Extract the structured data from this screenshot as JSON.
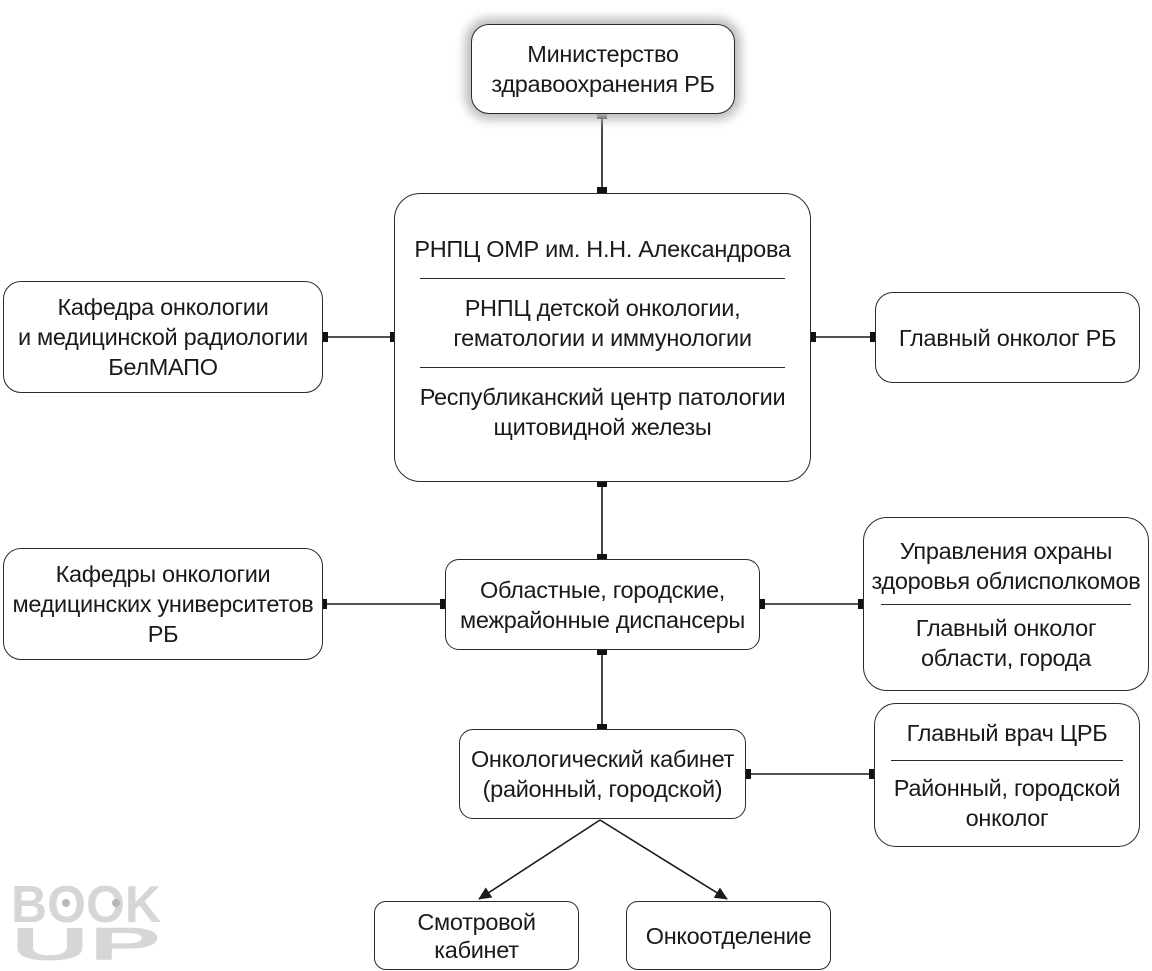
{
  "diagram": {
    "title": "Структура онкологической службы Республики Беларусь",
    "nodes": {
      "ministry": {
        "lines": [
          "Министерство",
          "здравоохранения РБ"
        ]
      },
      "center": {
        "sections": [
          "РНПЦ ОМР им. Н.Н. Александрова",
          "РНПЦ детской онкологии,\nгематологии  и иммунологии",
          "Республиканский центр патологии\nщитовидной железы"
        ]
      },
      "belmapo": {
        "lines": [
          "Кафедра онкологии",
          "и медицинской радиологии",
          "БелМАПО"
        ]
      },
      "chief_oncologist": {
        "lines": [
          "Главный онколог РБ"
        ]
      },
      "universities": {
        "lines": [
          "Кафедры онкологии",
          "медицинских университетов",
          "РБ"
        ]
      },
      "dispensaries": {
        "lines": [
          "Областные, городские,",
          "межрайонные диспансеры"
        ]
      },
      "regional_admin": {
        "sections": [
          "Управления охраны\nздоровья облисполкомов",
          "Главный онколог\nобласти, города"
        ]
      },
      "cabinet": {
        "lines": [
          "Онкологический кабинет",
          "(районный, городской)"
        ]
      },
      "crb": {
        "sections": [
          "Главный врач ЦРБ",
          "Районный, городской\nонколог"
        ]
      },
      "screening": {
        "lines": [
          "Смотровой",
          "кабинет"
        ]
      },
      "onco_dept": {
        "lines": [
          "Онкоотделение"
        ]
      }
    },
    "edges": [
      {
        "from": "ministry",
        "to": "center",
        "type": "connector"
      },
      {
        "from": "belmapo",
        "to": "center",
        "type": "connector"
      },
      {
        "from": "center",
        "to": "chief_oncologist",
        "type": "connector"
      },
      {
        "from": "center",
        "to": "dispensaries",
        "type": "connector"
      },
      {
        "from": "universities",
        "to": "dispensaries",
        "type": "connector"
      },
      {
        "from": "dispensaries",
        "to": "regional_admin",
        "type": "connector"
      },
      {
        "from": "dispensaries",
        "to": "cabinet",
        "type": "connector"
      },
      {
        "from": "cabinet",
        "to": "crb",
        "type": "connector"
      },
      {
        "from": "cabinet",
        "to": "screening",
        "type": "arrow"
      },
      {
        "from": "cabinet",
        "to": "onco_dept",
        "type": "arrow"
      }
    ]
  },
  "watermark": {
    "top": "BOOK",
    "bottom": "UP"
  },
  "colors": {
    "line": "#1a1a1a",
    "shadow": "#bdbdbd",
    "watermark": "#d6d6d6"
  }
}
